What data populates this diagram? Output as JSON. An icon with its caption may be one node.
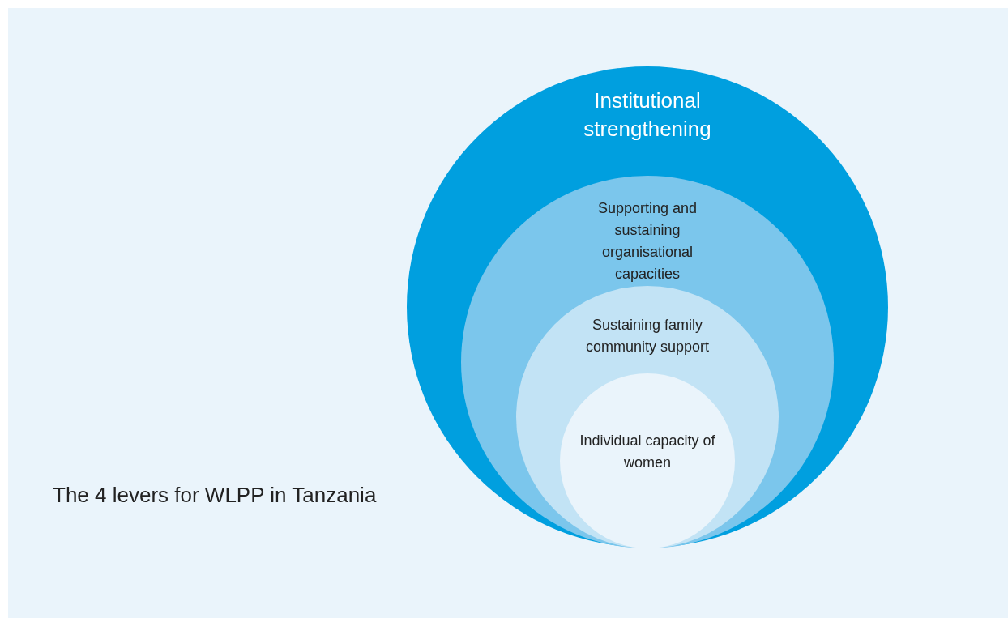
{
  "diagram": {
    "title": "The 4 levers for WLPP in Tanzania",
    "nodes": [
      {
        "text": [
          "Institutional strengthening"
        ]
      },
      {
        "text": [
          "Supporting and sustaining organisational capacities"
        ],
        "in": 0
      },
      {
        "text": [
          "Sustaining family community support"
        ],
        "in": 1
      },
      {
        "text": [
          "Individual capacity of women"
        ],
        "in": 2
      }
    ]
  }
}
